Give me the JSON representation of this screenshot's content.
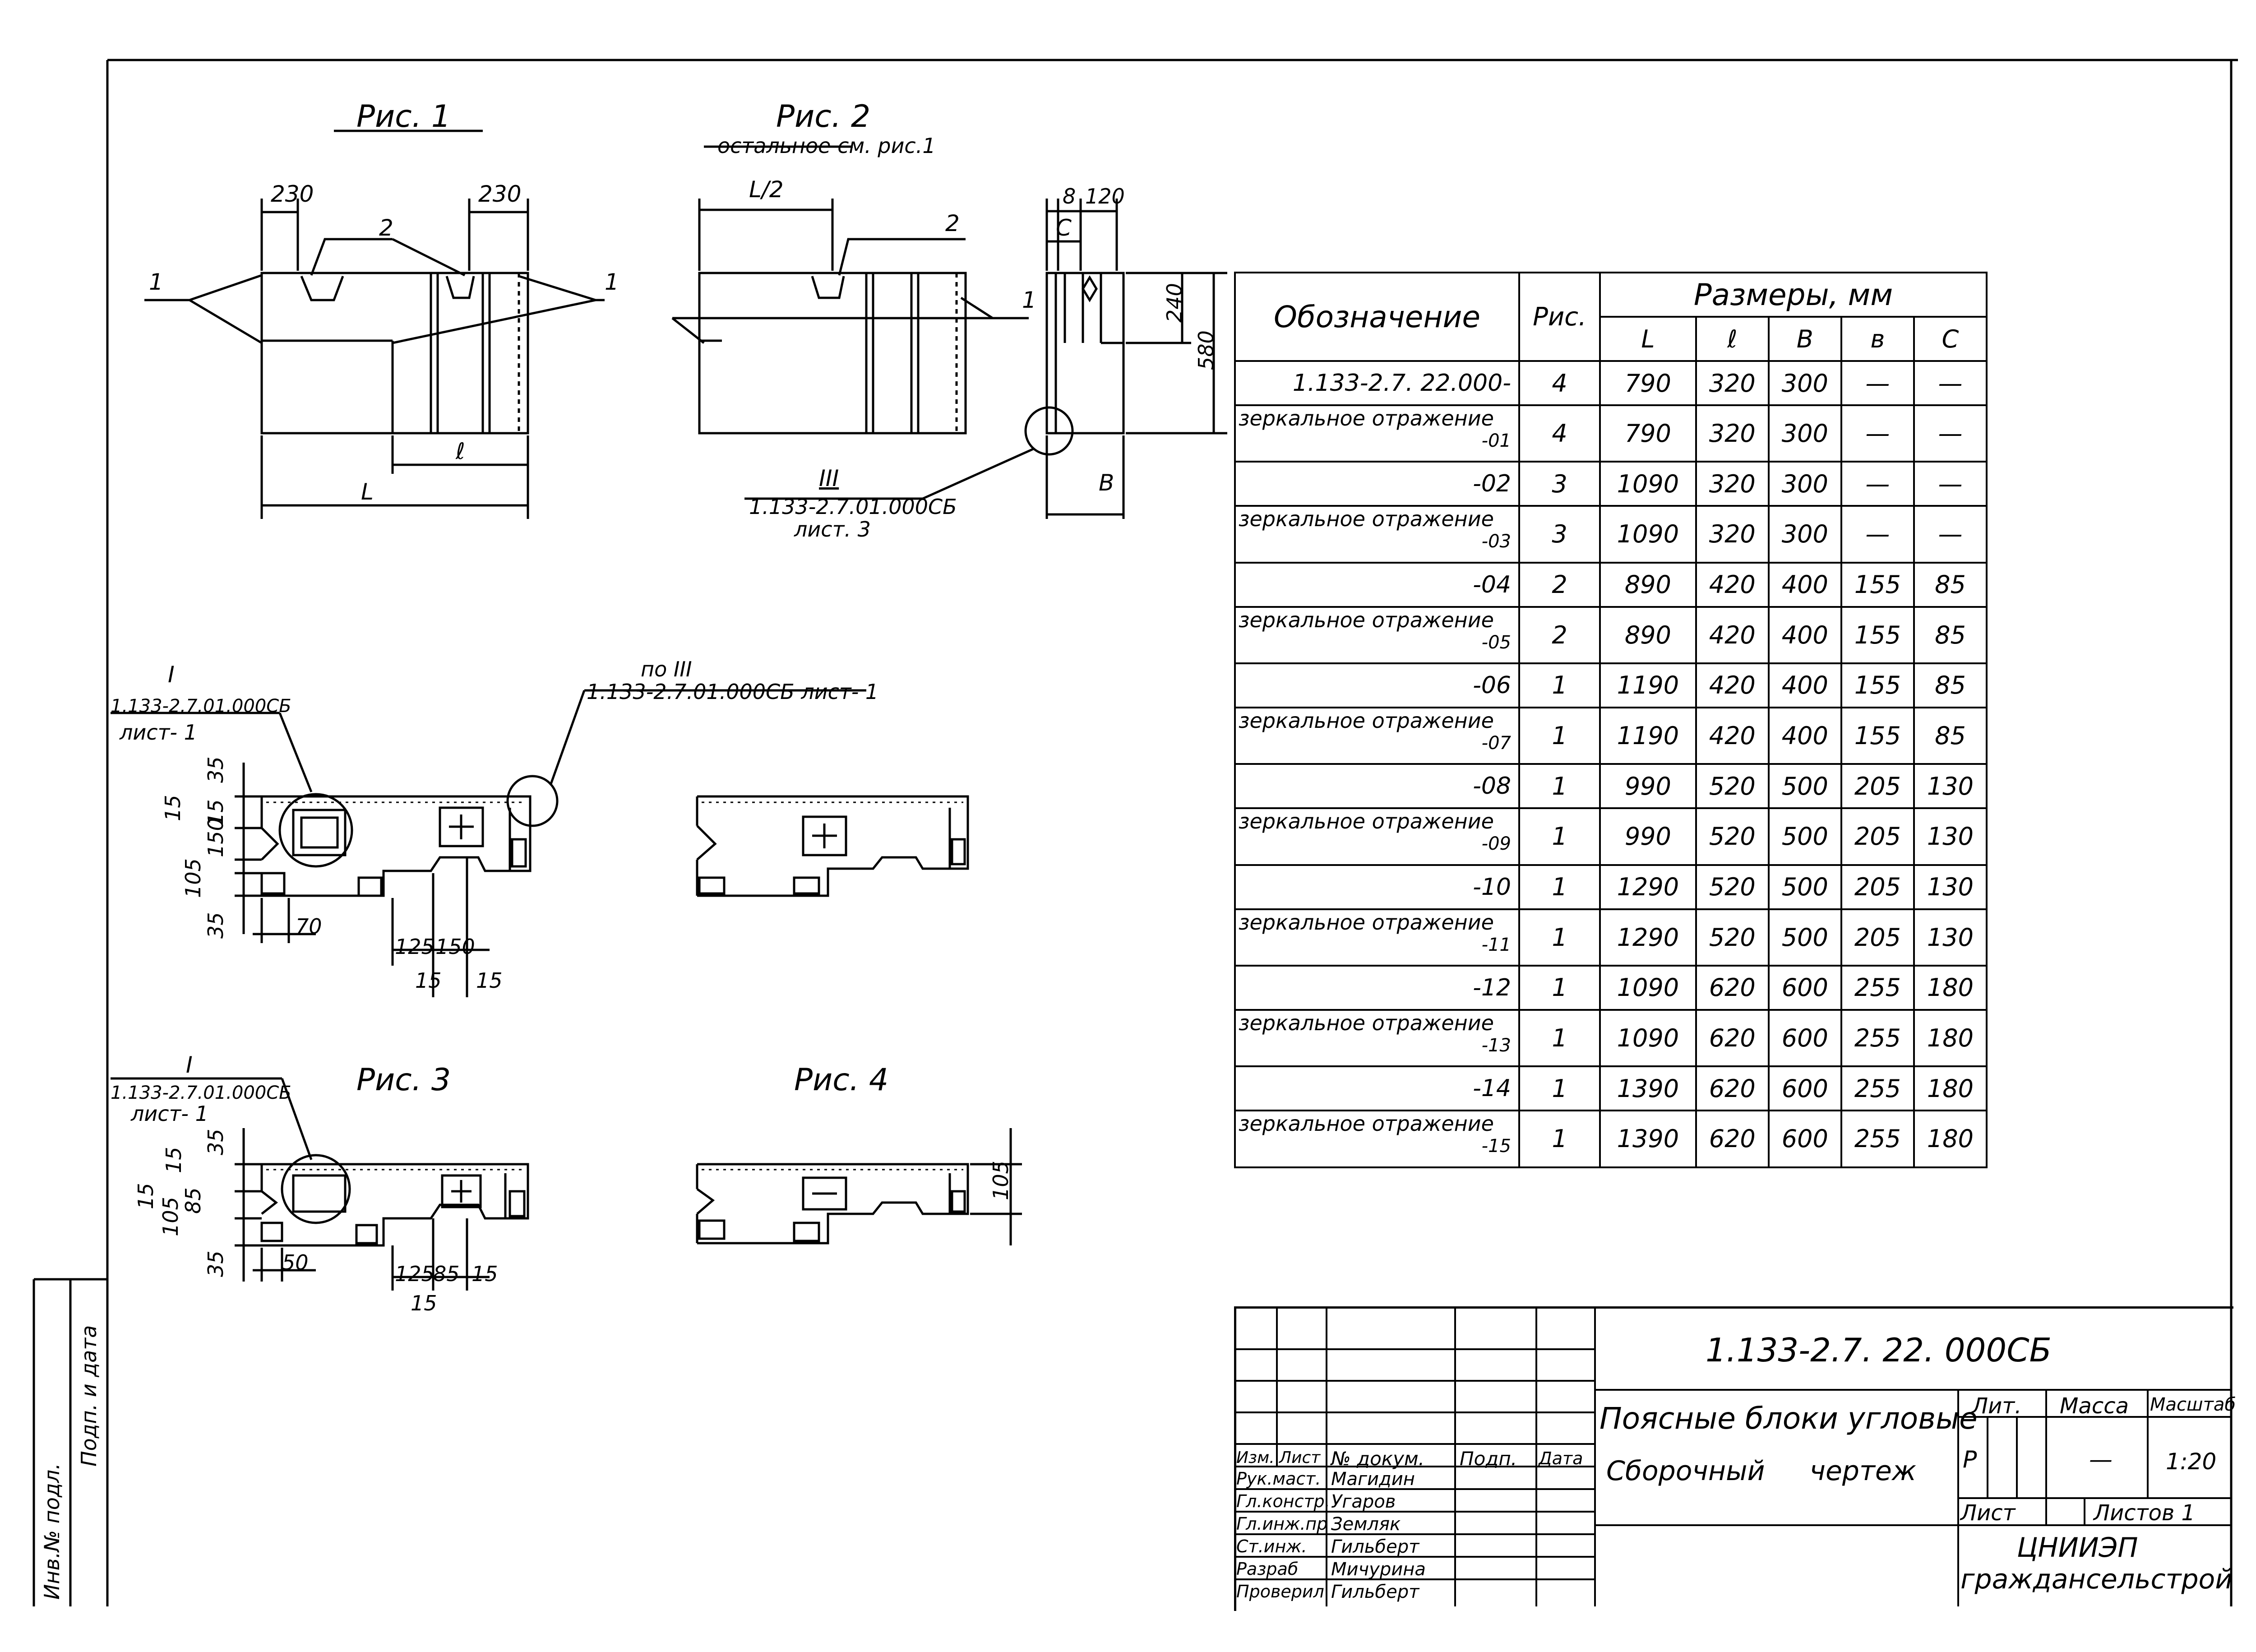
{
  "figures": {
    "fig1_title": "Рис. 1",
    "fig2_title": "Рис. 2",
    "fig2_note": "остальное см. рис.1",
    "fig3_title": "Рис. 3",
    "fig4_title": "Рис. 4"
  },
  "fig1_dims": {
    "left_230": "230",
    "right_230": "230",
    "L": "L",
    "l": "ℓ",
    "leader_1_left": "1",
    "leader_1_right": "1",
    "leader_2": "2"
  },
  "fig2_dims": {
    "half_L": "L/2",
    "leader_2": "2",
    "leader_1": "1",
    "dim_8": "8",
    "dim_120": "120",
    "dim_c": "C",
    "dim_240": "240",
    "dim_580": "580",
    "dim_B": "B",
    "callout_num": "III",
    "callout_ref": "1.133-2.7.01.000СБ",
    "callout_sheet": "лист. 3"
  },
  "detail_top": {
    "mark": "I",
    "ref": "1.133-2.7.01.000СБ",
    "sheet": "лист- 1",
    "by_label": "по III",
    "by_ref": "1.133-2.7.01.000СБ лист- 1",
    "d35a": "35",
    "d15a": "15",
    "d150": "150",
    "d105": "105",
    "d15b": "15",
    "d35b": "35",
    "d70": "70",
    "d125": "125",
    "d150b": "150",
    "d15c": "15",
    "d15d": "15"
  },
  "detail_bottom": {
    "mark": "I",
    "ref": "1.133-2.7.01.000СБ",
    "sheet": "лист- 1",
    "d35a": "35",
    "d15a": "15",
    "d85": "85",
    "d15b": "15",
    "d105": "105",
    "d35b": "35",
    "d50": "50",
    "d125": "125",
    "d85b": "85",
    "d15c": "15",
    "d15d": "15",
    "d105r": "105"
  },
  "table": {
    "h_designation": "Обозначение",
    "h_fig": "Рис.",
    "h_sizes": "Размеры, мм",
    "cols": [
      "L",
      "ℓ",
      "B",
      "в",
      "C"
    ],
    "mirror_text": "зеркальное отражение",
    "rows": [
      {
        "d": "1.133-2.7. 22.000-",
        "mirror": false,
        "fig": "4",
        "L": "790",
        "l": "320",
        "B": "300",
        "b": "—",
        "c": "—"
      },
      {
        "d": "-01",
        "mirror": true,
        "fig": "4",
        "L": "790",
        "l": "320",
        "B": "300",
        "b": "—",
        "c": "—"
      },
      {
        "d": "-02",
        "mirror": false,
        "fig": "3",
        "L": "1090",
        "l": "320",
        "B": "300",
        "b": "—",
        "c": "—"
      },
      {
        "d": "-03",
        "mirror": true,
        "fig": "3",
        "L": "1090",
        "l": "320",
        "B": "300",
        "b": "—",
        "c": "—"
      },
      {
        "d": "-04",
        "mirror": false,
        "fig": "2",
        "L": "890",
        "l": "420",
        "B": "400",
        "b": "155",
        "c": "85"
      },
      {
        "d": "-05",
        "mirror": true,
        "fig": "2",
        "L": "890",
        "l": "420",
        "B": "400",
        "b": "155",
        "c": "85"
      },
      {
        "d": "-06",
        "mirror": false,
        "fig": "1",
        "L": "1190",
        "l": "420",
        "B": "400",
        "b": "155",
        "c": "85"
      },
      {
        "d": "-07",
        "mirror": true,
        "fig": "1",
        "L": "1190",
        "l": "420",
        "B": "400",
        "b": "155",
        "c": "85"
      },
      {
        "d": "-08",
        "mirror": false,
        "fig": "1",
        "L": "990",
        "l": "520",
        "B": "500",
        "b": "205",
        "c": "130"
      },
      {
        "d": "-09",
        "mirror": true,
        "fig": "1",
        "L": "990",
        "l": "520",
        "B": "500",
        "b": "205",
        "c": "130"
      },
      {
        "d": "-10",
        "mirror": false,
        "fig": "1",
        "L": "1290",
        "l": "520",
        "B": "500",
        "b": "205",
        "c": "130"
      },
      {
        "d": "-11",
        "mirror": true,
        "fig": "1",
        "L": "1290",
        "l": "520",
        "B": "500",
        "b": "205",
        "c": "130"
      },
      {
        "d": "-12",
        "mirror": false,
        "fig": "1",
        "L": "1090",
        "l": "620",
        "B": "600",
        "b": "255",
        "c": "180"
      },
      {
        "d": "-13",
        "mirror": true,
        "fig": "1",
        "L": "1090",
        "l": "620",
        "B": "600",
        "b": "255",
        "c": "180"
      },
      {
        "d": "-14",
        "mirror": false,
        "fig": "1",
        "L": "1390",
        "l": "620",
        "B": "600",
        "b": "255",
        "c": "180"
      },
      {
        "d": "-15",
        "mirror": true,
        "fig": "1",
        "L": "1390",
        "l": "620",
        "B": "600",
        "b": "255",
        "c": "180"
      }
    ]
  },
  "title_block": {
    "doc_code": "1.133-2.7. 22. 000СБ",
    "name_line1": "Поясные блоки угловые",
    "name_line2": "Сборочный чертеж",
    "h_izm": "Изм.",
    "h_list": "Лист",
    "h_doc": "№ докум.",
    "h_sign": "Подп.",
    "h_date": "Дата",
    "people": [
      {
        "role": "Рук.маст.",
        "name": "Магидин"
      },
      {
        "role": "Гл.констр.",
        "name": "Угаров"
      },
      {
        "role": "Гл.инж.пр",
        "name": "Земляк"
      },
      {
        "role": "Ст.инж.",
        "name": "Гильберт"
      },
      {
        "role": "Разраб",
        "name": "Мичурина"
      },
      {
        "role": "Проверил",
        "name": "Гильберт"
      }
    ],
    "h_lit": "Лит.",
    "h_mass": "Масса",
    "h_scale": "Масштаб",
    "lit_value": "Р",
    "mass_value": "—",
    "scale_value": "1:20",
    "sheet_label": "Лист",
    "sheets_label": "Листов 1",
    "org_line1": "ЦНИИЭП",
    "org_line2": "граждансельстрой"
  },
  "side_strip": {
    "inv_label": "Инв.№ подл.",
    "sign_label": "Подп. и дата"
  }
}
